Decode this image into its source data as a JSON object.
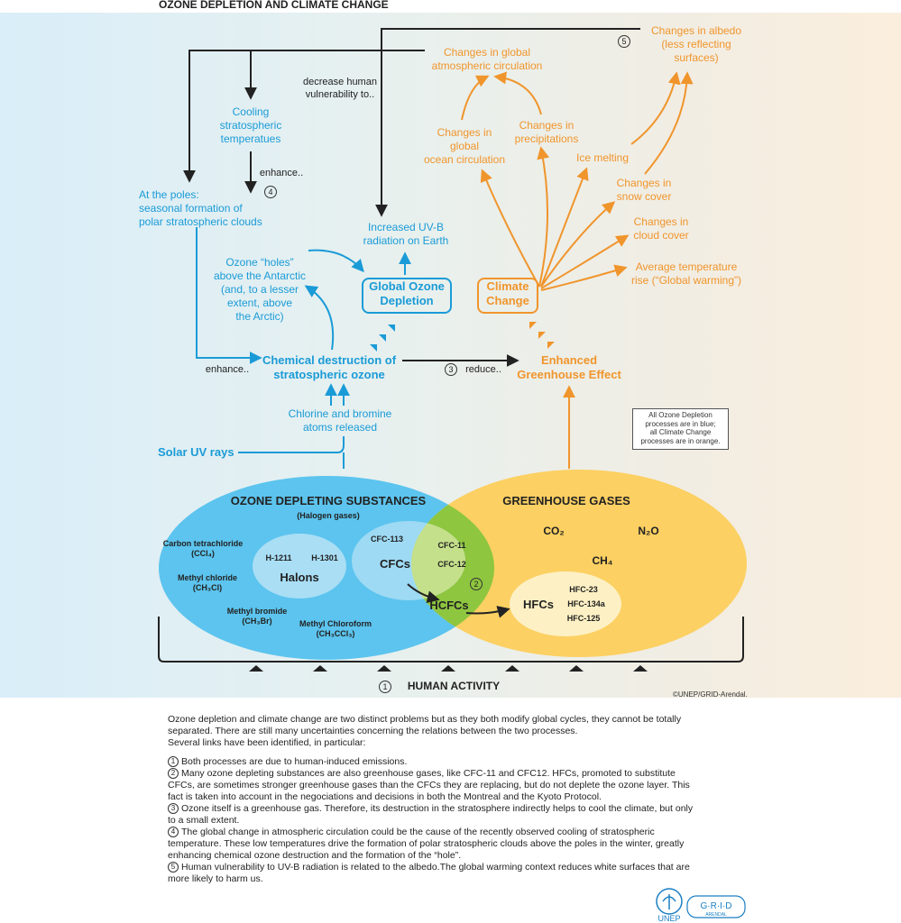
{
  "title": "OZONE DEPLETION AND CLIMATE CHANGE",
  "labels": {
    "albedo": "Changes in albedo\n(less reflecting\nsurfaces)",
    "atmos_circ": "Changes in global\natmospheric circulation",
    "decrease_vuln": "decrease human\nvulnerability to..",
    "cooling": "Cooling\nstratospheric\ntemperatues",
    "enhance1": "enhance..",
    "poles": "At the poles:\nseasonal formation of\npolar stratospheric clouds",
    "uvb": "Increased UV-B\nradiation on Earth",
    "ocean_circ": "Changes in\nglobal\nocean circulation",
    "precip": "Changes in\nprecipitations",
    "ice": "Ice melting",
    "snow": "Changes in\nsnow cover",
    "cloud": "Changes in\ncloud cover",
    "temp": "Average temperature\nrise (“Global warming”)",
    "holes": "Ozone “holes”\nabove the Antarctic\n(and, to a lesser\nextent, above\nthe Arctic)",
    "god": "Global Ozone\nDepletion",
    "cc": "Climate\nChange",
    "chem": "Chemical destruction of\nstratospheric ozone",
    "enhance2": "enhance..",
    "reduce": "reduce..",
    "ege": "Enhanced\nGreenhouse Effect",
    "chlorine": "Chlorine and bromine\natoms released",
    "solar": "Solar UV rays",
    "legend": "All Ozone Depletion\nprocesses are in blue;\nall Climate Change\nprocesses are in orange.",
    "ods": "OZONE DEPLETING SUBSTANCES",
    "halogen": "(Halogen gases)",
    "ghg": "GREENHOUSE GASES",
    "ccl4": "Carbon tetrachloride\n(CCl₄)",
    "ch3cl": "Methyl chloride\n(CH₃Cl)",
    "ch3br": "Methyl bromide\n(CH₃Br)",
    "ch3ccl3": "Methyl Chloroform\n(CH₃CCl₃)",
    "h1211": "H-1211",
    "h1301": "H-1301",
    "halons": "Halons",
    "cfc113": "CFC-113",
    "cfc11": "CFC-11",
    "cfc12": "CFC-12",
    "cfcs": "CFCs",
    "hcfcs": "HCFCs",
    "co2": "CO₂",
    "n2o": "N₂O",
    "ch4": "CH₄",
    "hfcs": "HFCs",
    "hfc23": "HFC-23",
    "hfc134a": "HFC-134a",
    "hfc125": "HFC-125",
    "human": "HUMAN ACTIVITY",
    "credit": "©UNEP/GRID-Arendal.",
    "n1": "1",
    "n2": "2",
    "n3": "3",
    "n4": "4",
    "n5": "5"
  },
  "notes": {
    "intro": "Ozone depletion and climate change are two distinct problems but as they both modify global cycles, they cannot be totally separated. There are still many uncertainties concerning the relations between the two processes.\nSeveral links have been identified, in particular:",
    "items": [
      {
        "num": "1",
        "text": "Both processes are due to human-induced emissions."
      },
      {
        "num": "2",
        "text": "Many ozone depleting substances are also greenhouse gases, like CFC-11 and CFC12. HFCs, promoted to substitute CFCs, are sometimes stronger greenhouse gases than the CFCs they are replacing, but do not deplete the ozone layer. This fact is taken into account in the negociations and decisions in both the Montreal and the Kyoto Protocol."
      },
      {
        "num": "3",
        "text": "Ozone itself is a greenhouse gas. Therefore, its destruction in the stratosphere indirectly helps to cool the climate, but only to a small extent."
      },
      {
        "num": "4",
        "text": "The global change in atmospheric circulation could be the cause of the recently observed cooling of stratospheric temperature. These low temperatures drive the formation of polar stratospheric clouds above the poles in the winter, greatly enhancing chemical ozone destruction and the formation of the “hole”."
      },
      {
        "num": "5",
        "text": "Human vulnerability to UV-B radiation is related to the albedo.The global warming context reduces white surfaces that are more likely to harm us."
      }
    ]
  },
  "logos": {
    "unep": "UNEP",
    "grid": "G·R·I·D",
    "arendal": "ARENDAL"
  },
  "colors": {
    "blue": "#1a9bd7",
    "orange": "#f0952c",
    "ods_fill": "#5cc4ee",
    "ghg_fill": "#fcd062",
    "overlap": "#8ec63f"
  }
}
